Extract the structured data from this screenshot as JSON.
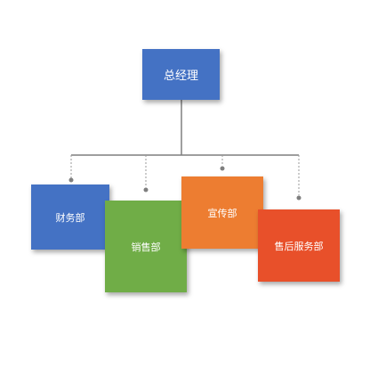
{
  "root": {
    "label": "总经理",
    "color": "#4472C4"
  },
  "departments": [
    {
      "label": "财务部",
      "color": "#4472C4"
    },
    {
      "label": "销售部",
      "color": "#70AD47"
    },
    {
      "label": "宣传部",
      "color": "#ED7D31"
    },
    {
      "label": "售后服务部",
      "color": "#E8502A"
    }
  ],
  "line_color": "#7f7f7f"
}
